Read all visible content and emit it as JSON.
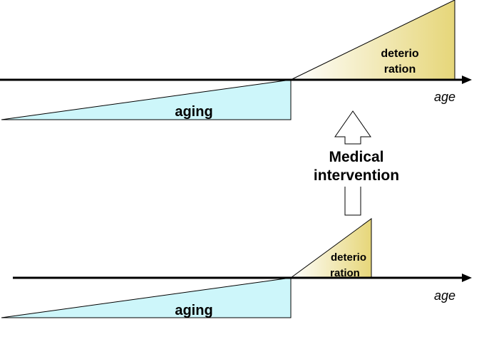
{
  "top_panel": {
    "aging_label": "aging",
    "deterioration_label_line1": "deterio",
    "deterioration_label_line2": "ration",
    "axis_label": "age"
  },
  "middle": {
    "intervention_line1": "Medical",
    "intervention_line2": "intervention"
  },
  "bottom_panel": {
    "aging_label": "aging",
    "deterioration_label_line1": "deterio",
    "deterioration_label_line2": "ration",
    "axis_label": "age"
  },
  "colors": {
    "aging_fill": "#cdf6fa",
    "deterioration_fill": "#e8d87a",
    "axis": "#000000"
  }
}
